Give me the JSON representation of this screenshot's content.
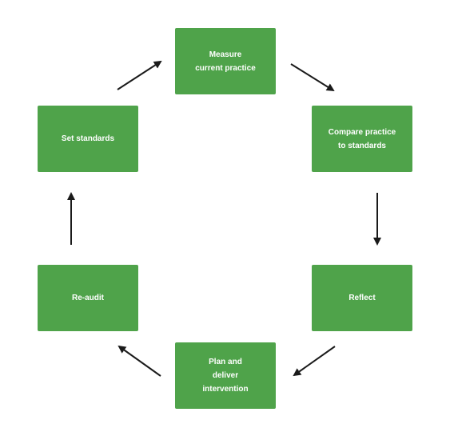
{
  "steps": {
    "measure": "Measure\ncurrent practice",
    "compare": "Compare practice\nto standards",
    "reflect": "Reflect",
    "plan": "Plan and\ndeliver\nintervention",
    "reaudit": "Re-audit",
    "set_standards": "Set standards"
  },
  "colors": {
    "box_fill": "#4fa34a",
    "box_text": "#ffffff",
    "arrow": "#1a1a1a"
  }
}
